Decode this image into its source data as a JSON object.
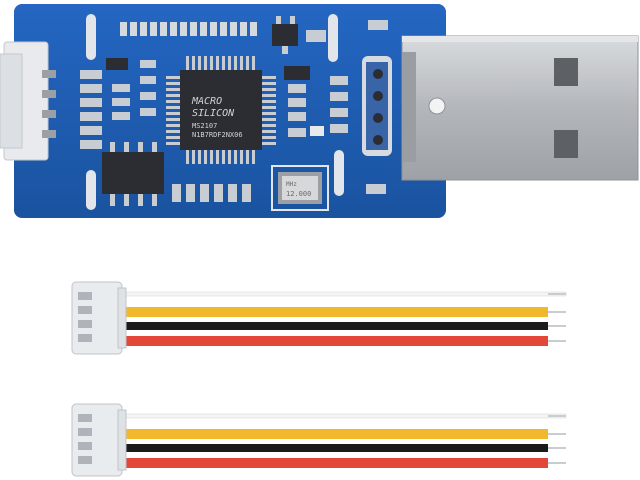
{
  "board": {
    "chip": {
      "line1": "MACRO",
      "line2": "SILICON",
      "line3": "MS2107",
      "line4": "N1B7RDF2NX06"
    },
    "crystal_label": "12.000",
    "crystal_sub": "MHz"
  },
  "colors": {
    "pcb": "#1f5fb8",
    "pcb_dark": "#174a93",
    "chip": "#2b2d33",
    "usb_metal": "#b9bcc0",
    "connector": "#e9ecef",
    "wire_white": "#f4f4f4",
    "wire_yellow": "#f1b82c",
    "wire_black": "#1b1b1b",
    "wire_red": "#e2473a"
  }
}
